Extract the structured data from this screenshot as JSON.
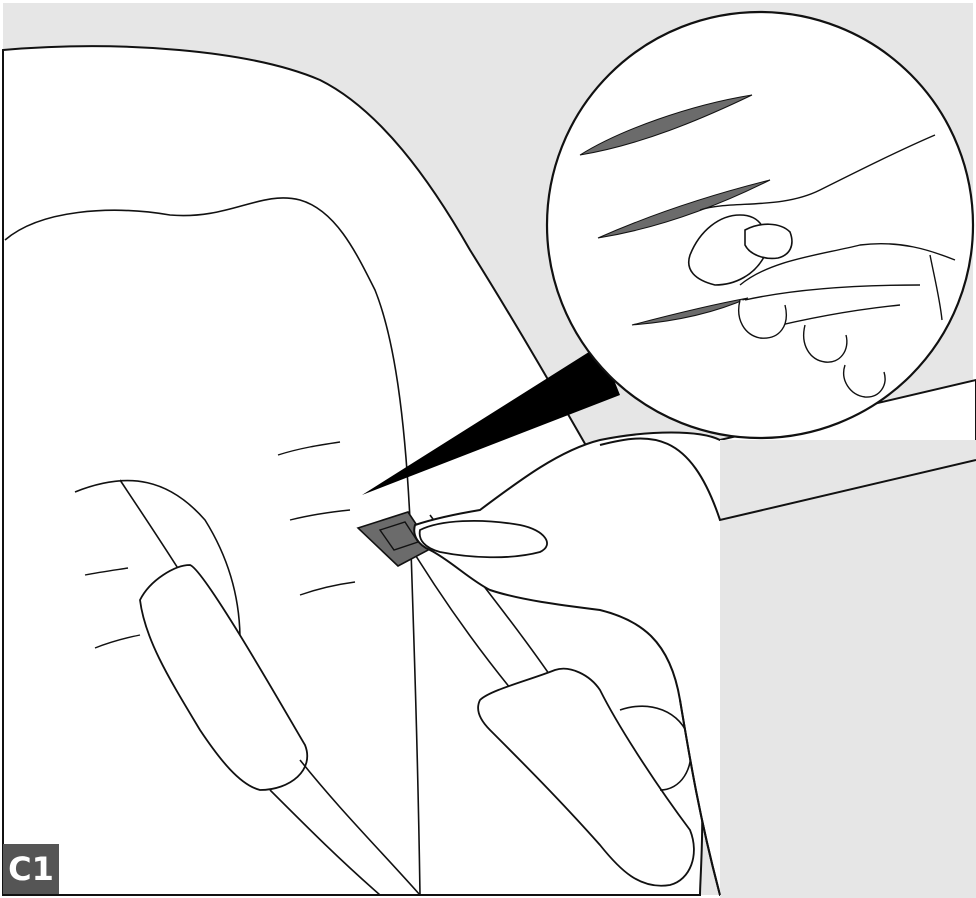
{
  "figure": {
    "step_label": "C1",
    "colors": {
      "background_grey": "#e6e6e6",
      "line": "#111111",
      "buckle_grey": "#6b6b6b",
      "pointer": "#000000",
      "badge": "#555555",
      "badge_text": "#ffffff"
    },
    "icons": [
      "magnifier-callout",
      "harness-buckle",
      "hand",
      "seat-cover",
      "shoulder-pad"
    ]
  }
}
